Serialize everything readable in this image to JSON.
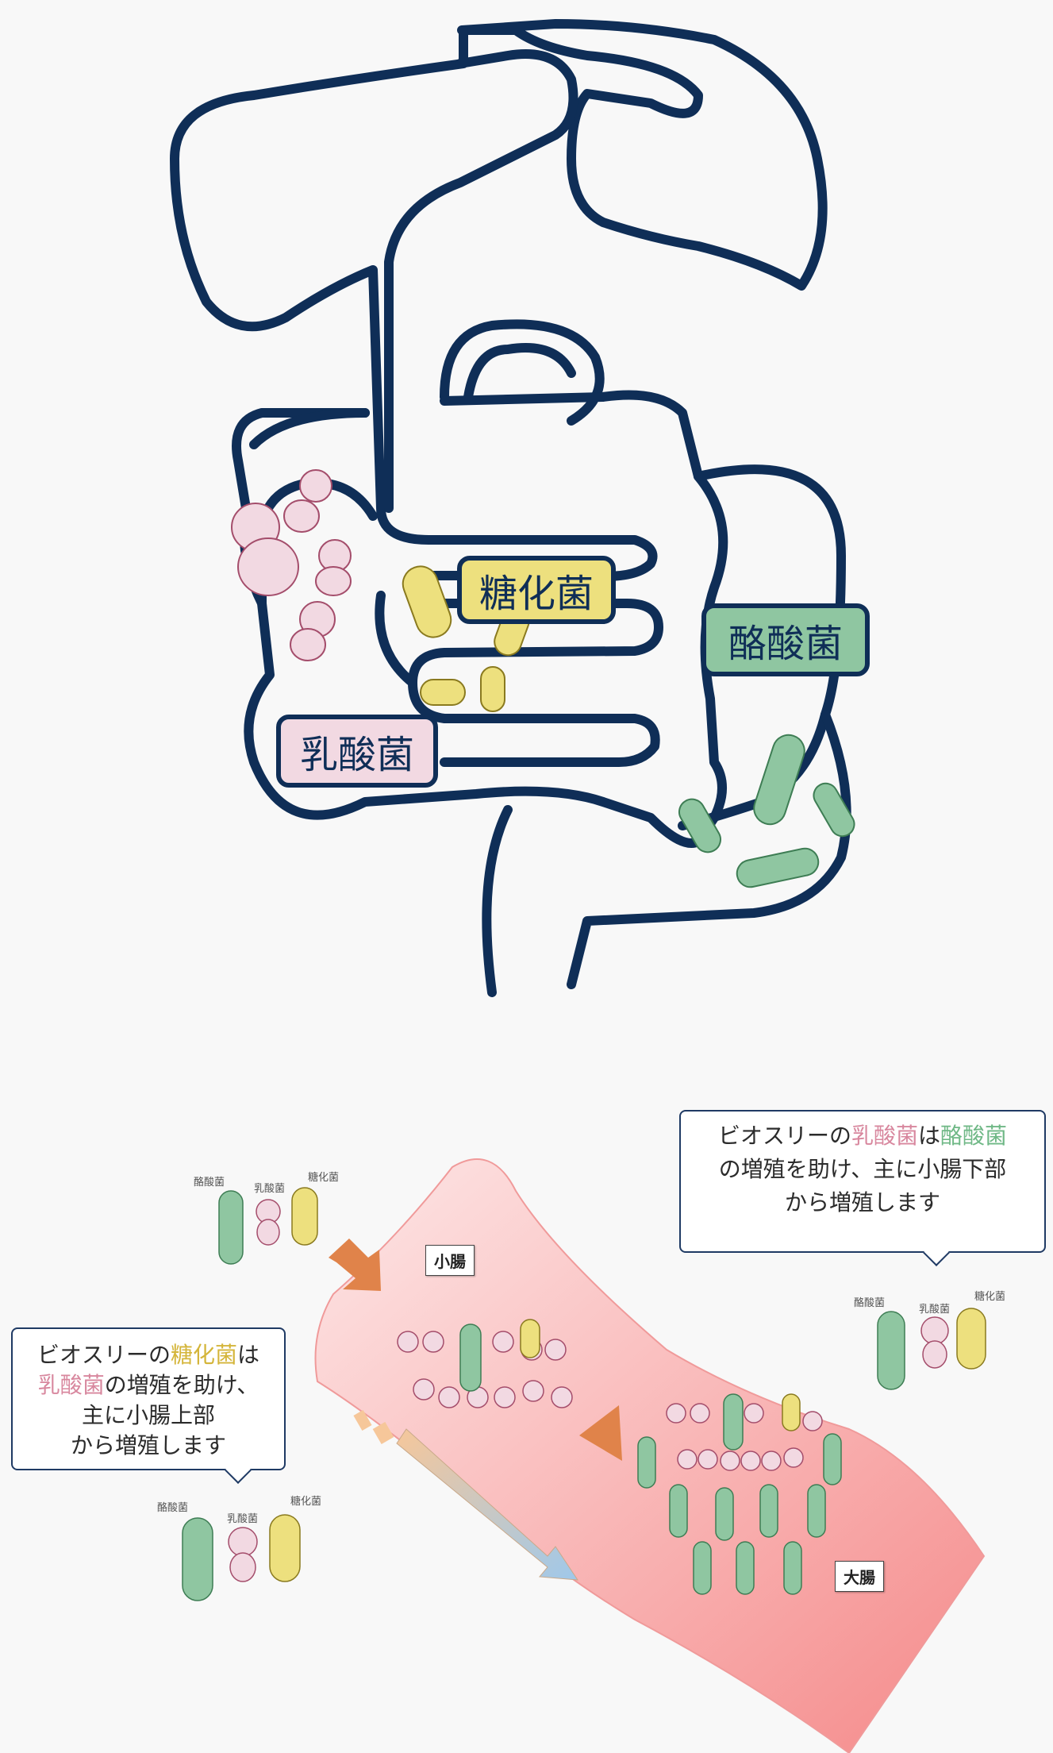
{
  "labels": {
    "toka": "糖化菌",
    "rakusan": "酪酸菌",
    "nyusan": "乳酸菌"
  },
  "callout_right": {
    "line1_a": "ビオスリーの",
    "line1_b": "乳酸菌",
    "line1_c": "は",
    "line1_d": "酪酸菌",
    "line2": "の増殖を助け、主に小腸下部",
    "line3": "から増殖します"
  },
  "callout_left": {
    "line1_a": "ビオスリーの",
    "line1_b": "糖化菌",
    "line1_c": "は",
    "line2_a": "乳酸菌",
    "line2_b": "の増殖を助け、",
    "line3": "主に小腸上部",
    "line4": "から増殖します"
  },
  "tags": {
    "small_intestine": "小腸",
    "large_intestine": "大腸"
  },
  "mini_labels": {
    "rakusan": "酪酸菌",
    "nyusan": "乳酸菌",
    "toka": "糖化菌"
  },
  "colors": {
    "outline": "#0f2e57",
    "nyusan": "#f2d9e2",
    "toka": "#ede07e",
    "rakusan": "#8fc6a1",
    "intestine_band": "#f7b5b5"
  }
}
